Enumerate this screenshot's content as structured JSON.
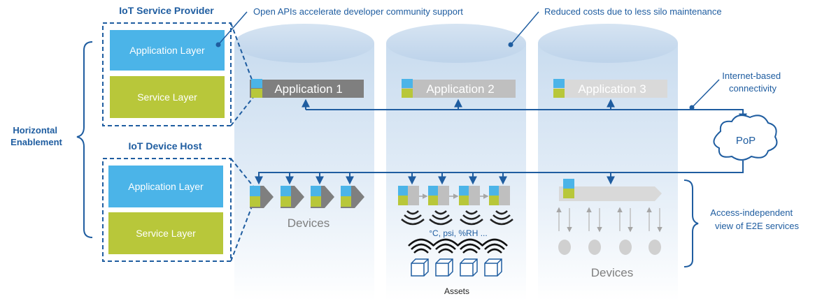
{
  "provider": {
    "title": "IoT Service Provider",
    "application_layer": "Application Layer",
    "service_layer": "Service Layer"
  },
  "device_host": {
    "title": "IoT Device Host",
    "application_layer": "Application Layer",
    "service_layer": "Service Layer"
  },
  "horizontal_enablement": [
    "Horizontal",
    "Enablement"
  ],
  "callouts": {
    "open_apis": "Open APIs accelerate developer  community support",
    "reduced_costs": "Reduced costs due to less silo maintenance",
    "internet": [
      "Internet-based",
      "connectivity"
    ],
    "access": [
      "Access-independent",
      "view of E2E services"
    ]
  },
  "applications": [
    "Application 1",
    "Application 2",
    "Application 3"
  ],
  "pop": "PoP",
  "silo1": {
    "devices_label": "Devices"
  },
  "silo2": {
    "sensor_units": "°C, psi, %RH ...",
    "assets_label": "Assets"
  },
  "silo3": {
    "devices_label": "Devices"
  },
  "colors": {
    "accent_blue": "#1f5da0",
    "app_layer": "#4bb4e8",
    "service_layer": "#b8c73a",
    "dark_gray": "#7f7f7f",
    "light_gray": "#bfbfbf"
  }
}
